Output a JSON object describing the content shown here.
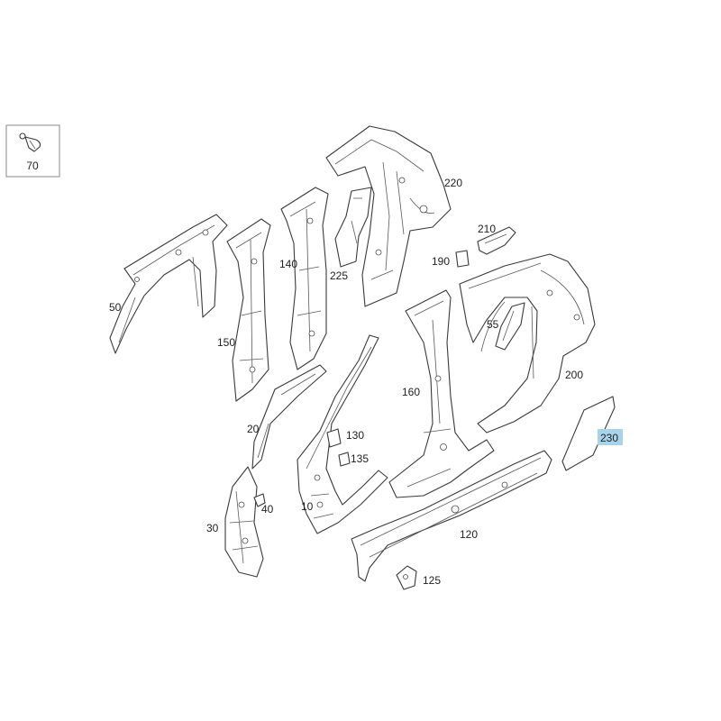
{
  "inset": {
    "label": "70",
    "icon": "clip-fastener-icon"
  },
  "callouts": [
    {
      "id": "220",
      "text": "220"
    },
    {
      "id": "210",
      "text": "210"
    },
    {
      "id": "190",
      "text": "190"
    },
    {
      "id": "140",
      "text": "140"
    },
    {
      "id": "225",
      "text": "225"
    },
    {
      "id": "50",
      "text": "50"
    },
    {
      "id": "55",
      "text": "55"
    },
    {
      "id": "150",
      "text": "150"
    },
    {
      "id": "200",
      "text": "200"
    },
    {
      "id": "160",
      "text": "160"
    },
    {
      "id": "230",
      "text": "230",
      "highlighted": true
    },
    {
      "id": "20",
      "text": "20"
    },
    {
      "id": "130",
      "text": "130"
    },
    {
      "id": "135",
      "text": "135"
    },
    {
      "id": "10",
      "text": "10"
    },
    {
      "id": "40",
      "text": "40"
    },
    {
      "id": "30",
      "text": "30"
    },
    {
      "id": "120",
      "text": "120"
    },
    {
      "id": "125",
      "text": "125"
    }
  ],
  "colors": {
    "highlight": "#a8d4ea",
    "line": "#3a3a3a"
  }
}
